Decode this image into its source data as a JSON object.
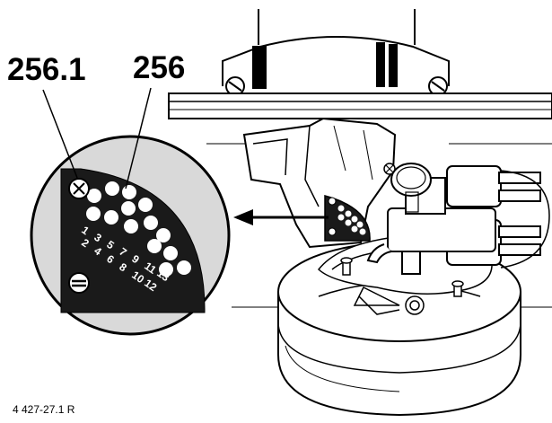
{
  "labels": {
    "callout_screw": "256.1",
    "callout_plate": "256",
    "figure_code": "4 427-27.1 R"
  },
  "selector": {
    "odd_numbers": [
      "1",
      "3",
      "5",
      "7",
      "9",
      "11",
      "13"
    ],
    "even_numbers": [
      "2",
      "4",
      "6",
      "8",
      "10",
      "12"
    ]
  },
  "colors": {
    "line": "#000000",
    "inset_background": "#d9d9d9",
    "plate": "#1a1a1a",
    "hole": "#ffffff"
  },
  "icons": [
    "slotted-screw-icon",
    "phillips-screw-icon",
    "arrow-left-icon"
  ]
}
